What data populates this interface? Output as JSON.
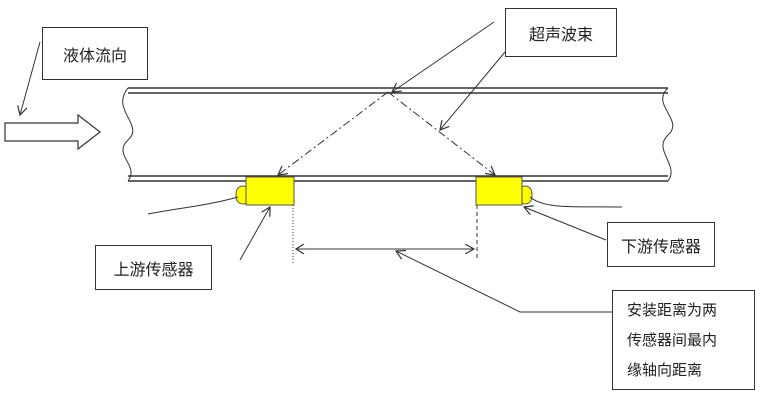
{
  "labels": {
    "flow_direction": "液体流向",
    "ultrasonic_beam": "超声波束",
    "upstream_sensor": "上游传感器",
    "downstream_sensor": "下游传感器",
    "install_distance": [
      "安装距离为两",
      "传感器间最内",
      "缘轴向距离"
    ]
  },
  "colors": {
    "sensor": "#ffff00",
    "line": "#333333"
  }
}
